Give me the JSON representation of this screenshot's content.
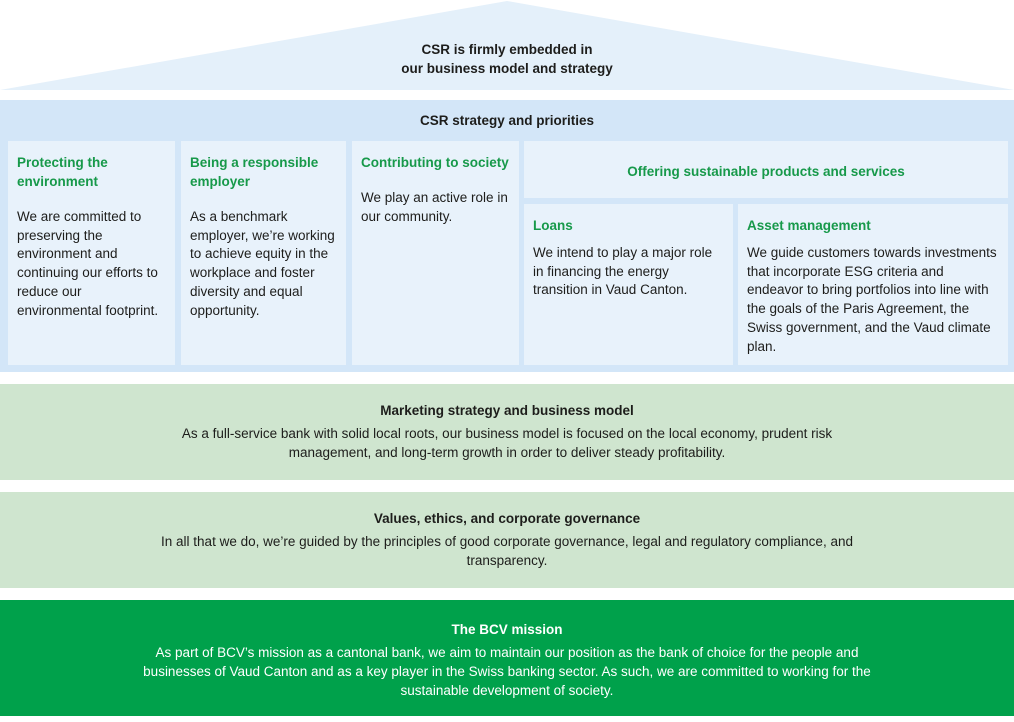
{
  "roof": {
    "text_line1": "CSR is firmly embedded in",
    "text_line2": "our business model and strategy"
  },
  "csr": {
    "title": "CSR strategy and priorities",
    "pillars": [
      {
        "heading": "Protecting the environment",
        "text": "We are committed to preserving the environment and continuing our efforts to reduce our environmental footprint."
      },
      {
        "heading": "Being a responsible employer",
        "text": "As a benchmark employer, we’re working to achieve equity in the workplace and foster diversity and equal opportunity."
      },
      {
        "heading": "Contributing to society",
        "text": "We play an active role in our community."
      }
    ],
    "offering": {
      "heading": "Offering sustainable products and services",
      "loans": {
        "heading": "Loans",
        "text": "We intend to play a major role in financing the energy transition in Vaud Canton."
      },
      "asset": {
        "heading": "Asset management",
        "text": "We guide customers towards investments that incorporate ESG criteria and endeavor to bring portfolios into line with the goals of the Paris Agreement, the Swiss government, and the Vaud climate plan."
      }
    }
  },
  "marketing": {
    "title": "Marketing strategy and business model",
    "text": "As a full-service bank with solid local roots, our business model is focused on the local economy, prudent risk management, and long-term growth in order to deliver steady profitability."
  },
  "values": {
    "title": "Values, ethics, and corporate governance",
    "text": "In all that we do, we’re guided by the principles of good corporate governance, legal and regulatory compliance, and transparency."
  },
  "mission": {
    "title": "The BCV mission",
    "text": "As part of BCV’s mission as a cantonal bank, we aim to maintain our position as the bank of choice for the people and businesses of Vaud Canton and as a key player in the Swiss banking sector. As such, we are committed to working for the sustainable development of society."
  },
  "colors": {
    "roof": "#e4f0fa",
    "blue_band": "#d3e6f8",
    "cell": "#e8f2fb",
    "green_heading": "#17994a",
    "light_green": "#cfe5cf",
    "mission_green": "#00a14b"
  }
}
